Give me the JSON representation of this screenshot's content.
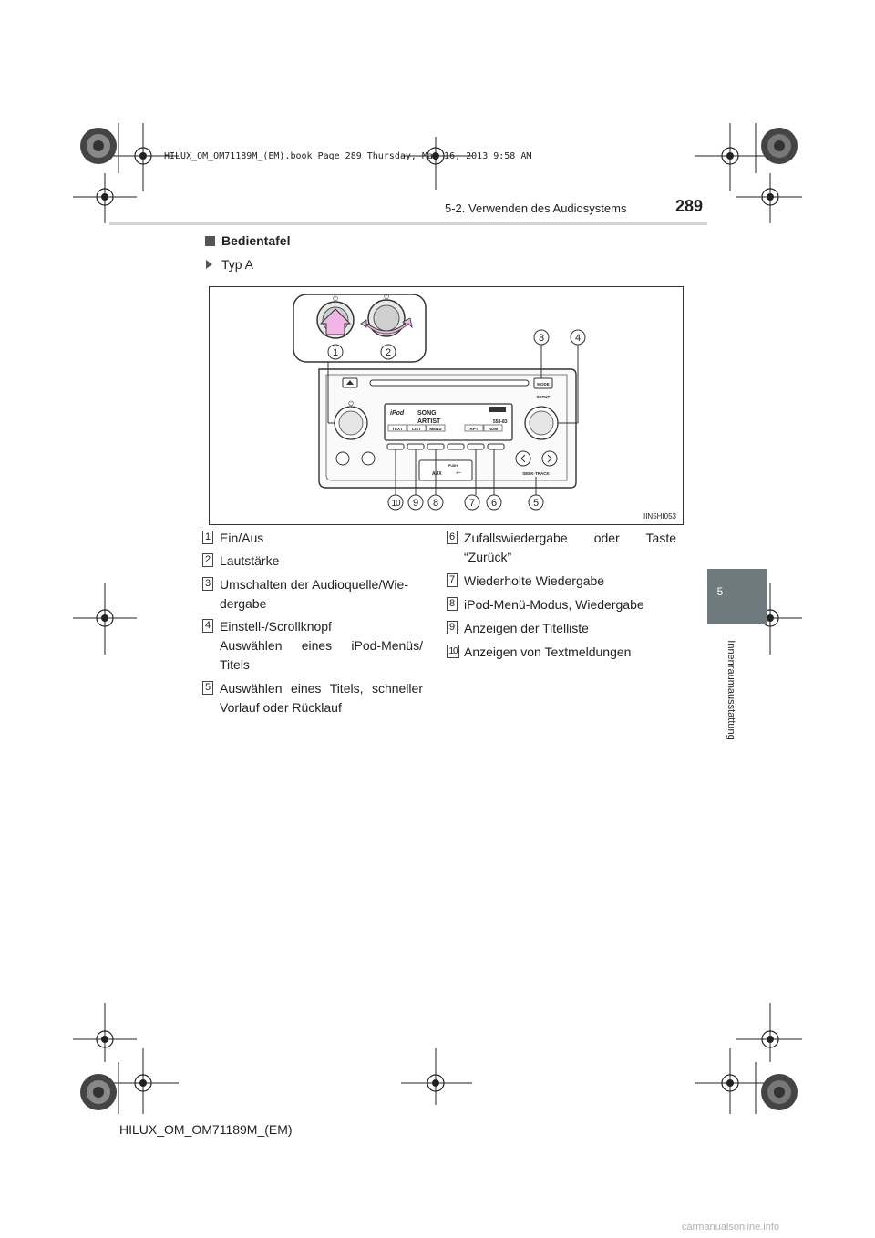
{
  "book_line": "HILUX_OM_OM71189M_(EM).book  Page 289  Thursday, May 16, 2013  9:58 AM",
  "header": {
    "section_title": "5-2. Verwenden des Audiosystems",
    "page_number": "289"
  },
  "side_tab": {
    "chapter_number": "5",
    "chapter_label": "Innenraumausstattung"
  },
  "heading": "Bedientafel",
  "subheading": "Typ A",
  "figure": {
    "code": "IIN5HI053",
    "callouts": [
      "1",
      "2",
      "3",
      "4",
      "5",
      "6",
      "7",
      "8",
      "9",
      "10"
    ],
    "panel": {
      "mode_label": "MODE",
      "setup_label": "SETUP",
      "seek_track_label": "SEEK·TRACK",
      "aux_label": "AUX",
      "push_label": "PUSH",
      "display_line1": "SONG",
      "display_line2": "ARTIST",
      "display_logo": "iPod",
      "display_status": "558-83",
      "softkeys": [
        "TEXT",
        "LIST",
        "MENU",
        "",
        "RPT",
        "RDM"
      ]
    }
  },
  "legend": [
    {
      "num": "1",
      "lines": [
        "Ein/Aus"
      ]
    },
    {
      "num": "2",
      "lines": [
        "Lautstärke"
      ]
    },
    {
      "num": "3",
      "lines": [
        "Umschalten der Audioquelle/Wie-",
        "dergabe"
      ]
    },
    {
      "num": "4",
      "lines": [
        "Einstell-/Scrollknopf",
        "Auswählen eines iPod-Menüs/",
        "Titels"
      ]
    },
    {
      "num": "5",
      "lines": [
        "Auswählen eines Titels, schneller",
        "Vorlauf oder Rücklauf"
      ]
    },
    {
      "num": "6",
      "lines": [
        "Zufallswiedergabe oder Taste",
        "“Zurück”"
      ]
    },
    {
      "num": "7",
      "lines": [
        "Wiederholte Wiedergabe"
      ]
    },
    {
      "num": "8",
      "lines": [
        "iPod-Menü-Modus, Wiedergabe"
      ]
    },
    {
      "num": "9",
      "lines": [
        "Anzeigen der Titelliste"
      ]
    },
    {
      "num": "10",
      "lines": [
        "Anzeigen von Textmeldungen"
      ]
    }
  ],
  "footer": {
    "doc_code": "HILUX_OM_OM71189M_(EM)"
  },
  "watermark": "carmanualsonline.info"
}
